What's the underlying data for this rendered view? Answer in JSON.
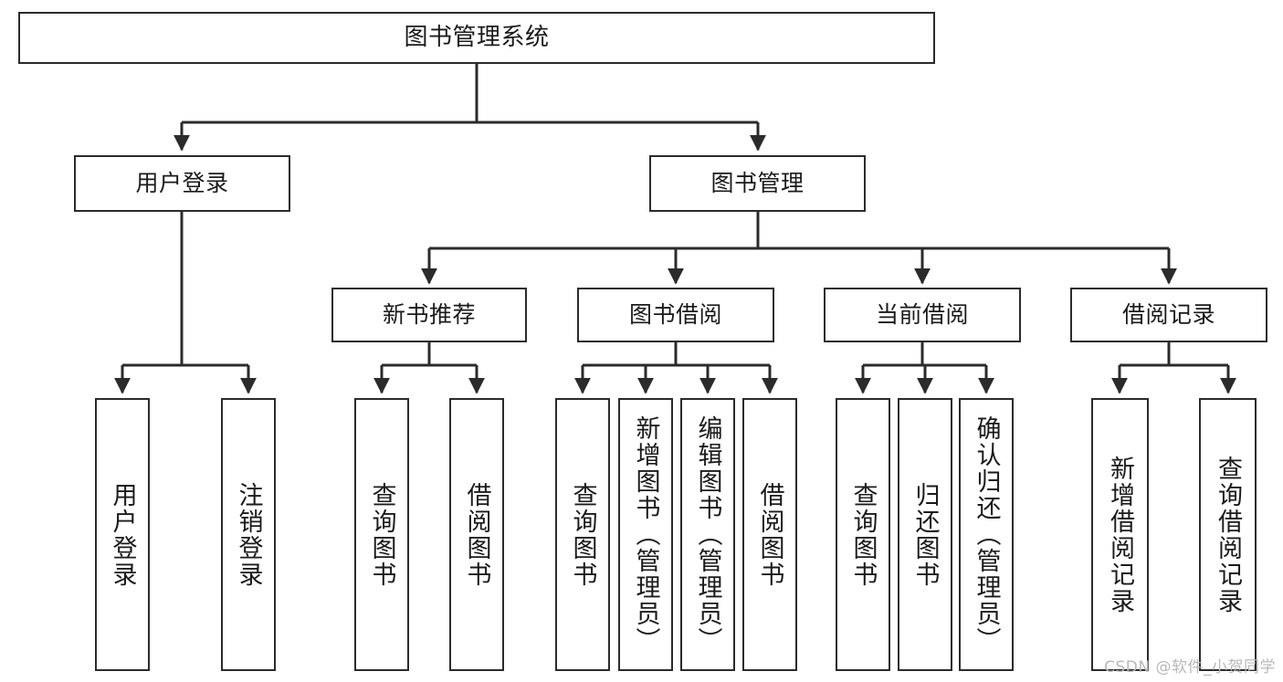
{
  "diagram": {
    "type": "tree",
    "title": "图书管理系统",
    "orientation": "top-down",
    "edge_color": "#2b2b2b",
    "node_border_color": "#2b2b2b",
    "node_fill_color": "#ffffff",
    "text_color": "#1a1a1a",
    "background_color": "#ffffff"
  },
  "nodes": {
    "root": {
      "label": "图书管理系统",
      "level": 1,
      "orientation": "horizontal"
    },
    "level2": [
      {
        "id": "user-login",
        "label": "用户登录",
        "orientation": "horizontal"
      },
      {
        "id": "book-management",
        "label": "图书管理",
        "orientation": "horizontal"
      }
    ],
    "level3": [
      {
        "id": "new-book-recommend",
        "label": "新书推荐",
        "orientation": "horizontal"
      },
      {
        "id": "book-borrow",
        "label": "图书借阅",
        "orientation": "horizontal"
      },
      {
        "id": "current-borrow",
        "label": "当前借阅",
        "orientation": "horizontal"
      },
      {
        "id": "borrow-record",
        "label": "借阅记录",
        "orientation": "horizontal"
      }
    ],
    "leaves": [
      {
        "id": "leaf-user-login",
        "label": "用户登录",
        "parent": "user-login",
        "orientation": "vertical"
      },
      {
        "id": "leaf-user-logout",
        "label": "注销登录",
        "parent": "user-login",
        "orientation": "vertical"
      },
      {
        "id": "leaf-query-book-1",
        "label": "查询图书",
        "parent": "new-book-recommend",
        "orientation": "vertical"
      },
      {
        "id": "leaf-borrow-book-1",
        "label": "借阅图书",
        "parent": "new-book-recommend",
        "orientation": "vertical"
      },
      {
        "id": "leaf-query-book-2",
        "label": "查询图书",
        "parent": "book-borrow",
        "orientation": "vertical"
      },
      {
        "id": "leaf-add-book",
        "label": "新增图书（管理员）",
        "parent": "book-borrow",
        "orientation": "vertical"
      },
      {
        "id": "leaf-edit-book",
        "label": "编辑图书（管理员）",
        "parent": "book-borrow",
        "orientation": "vertical"
      },
      {
        "id": "leaf-borrow-book-2",
        "label": "借阅图书",
        "parent": "book-borrow",
        "orientation": "vertical"
      },
      {
        "id": "leaf-query-book-3",
        "label": "查询图书",
        "parent": "current-borrow",
        "orientation": "vertical"
      },
      {
        "id": "leaf-return-book",
        "label": "归还图书",
        "parent": "current-borrow",
        "orientation": "vertical"
      },
      {
        "id": "leaf-confirm-return",
        "label": "确认归还（管理员）",
        "parent": "current-borrow",
        "orientation": "vertical"
      },
      {
        "id": "leaf-add-record",
        "label": "新增借阅记录",
        "parent": "borrow-record",
        "orientation": "vertical"
      },
      {
        "id": "leaf-query-record",
        "label": "查询借阅记录",
        "parent": "borrow-record",
        "orientation": "vertical"
      }
    ]
  },
  "watermark": {
    "text": "CSDN @软件_小贺同学",
    "color": "#b8b8b8"
  }
}
